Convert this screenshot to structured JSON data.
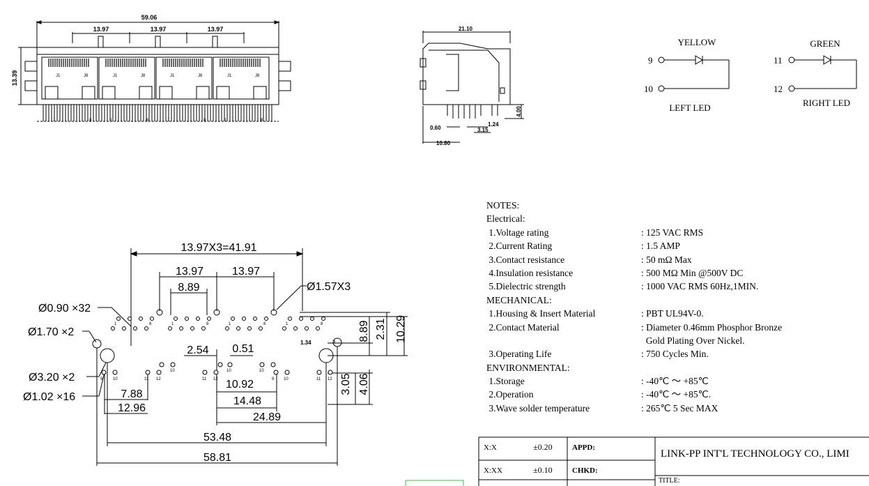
{
  "top_view": {
    "overall": "59.06",
    "pitch": [
      "13.97",
      "13.97",
      "13.97"
    ],
    "height": "13.39",
    "port_labels": [
      "J1",
      "J8"
    ],
    "pin_labels": [
      "1",
      "8"
    ]
  },
  "side_view": {
    "width": "21.10",
    "dims": [
      "0.60",
      "1.24",
      "3.15",
      "4.00",
      "10.80"
    ]
  },
  "leds": {
    "left": {
      "color": "YELLOW",
      "pins": [
        "9",
        "10"
      ],
      "label": "LEFT LED"
    },
    "right": {
      "color": "GREEN",
      "pins": [
        "11",
        "12"
      ],
      "label": "RIGHT LED"
    }
  },
  "footprint": {
    "overall": "13.97X3=41.91",
    "pitch_a": "13.97",
    "pitch_b": "13.97",
    "d889": "8.89",
    "hole_157": "Ø1.57X3",
    "hole_090": "Ø0.90 ×32",
    "hole_170": "Ø1.70 ×2",
    "hole_320": "Ø3.20 ×2",
    "hole_102": "Ø1.02 ×16",
    "d254": "2.54",
    "d051": "0.51",
    "d134": "1.34",
    "d889b": "8.89",
    "d231": "2.31",
    "d1029": "10.29",
    "d1092": "10.92",
    "d1448": "14.48",
    "d788": "7.88",
    "d1296": "12.96",
    "d2489": "24.89",
    "d5348": "53.48",
    "d5881": "58.81",
    "d305": "3.05",
    "d406": "4.06",
    "small_labels": [
      "1",
      "8",
      "9",
      "10",
      "11",
      "12"
    ]
  },
  "notes": {
    "title": "NOTES:",
    "electrical_header": "Electrical:",
    "electrical": [
      {
        "k": " 1.Voltage rating",
        "v": ": 125 VAC RMS"
      },
      {
        "k": " 2.Current Rating",
        "v": ": 1.5 AMP"
      },
      {
        "k": " 3.Contact resistance",
        "v": ": 50 mΩ Max"
      },
      {
        "k": " 4.Insulation resistance",
        "v": ": 500 MΩ Min @500V DC"
      },
      {
        "k": " 5.Dielectric strength",
        "v": ": 1000 VAC RMS 60Hz,1MIN."
      }
    ],
    "mechanical_header": "MECHANICAL:",
    "mechanical": [
      {
        "k": " 1.Housing & Insert Material",
        "v": ": PBT UL94V-0."
      },
      {
        "k": " 2.Contact Material",
        "v": ": Diameter 0.46mm Phosphor Bronze"
      },
      {
        "k": "",
        "v": "  Gold Plating Over Nickel."
      },
      {
        "k": " 3.Operating Life",
        "v": ": 750 Cycles Min."
      }
    ],
    "environmental_header": "ENVIRONMENTAL:",
    "environmental": [
      {
        "k": " 1.Storage",
        "v": ": -40℃ ～ +85℃"
      },
      {
        "k": " 2.Operation",
        "v": ": -40℃ ～ +85℃."
      },
      {
        "k": " 3.Wave solder temperature",
        "v": ": 265℃ 5 Sec MAX"
      }
    ]
  },
  "title_block": {
    "tol1_label": "X:X",
    "tol1_value": "±0.20",
    "tol2_label": "X:XX",
    "tol2_value": "±0.10",
    "appd": "APPD:",
    "chkd": "CHKD:",
    "company": "LINK-PP INT'L TECHNOLOGY CO., LIMI",
    "title_label": "TITLE:"
  },
  "colors": {
    "line": "#000000",
    "badge_border": "#2ecc40"
  }
}
